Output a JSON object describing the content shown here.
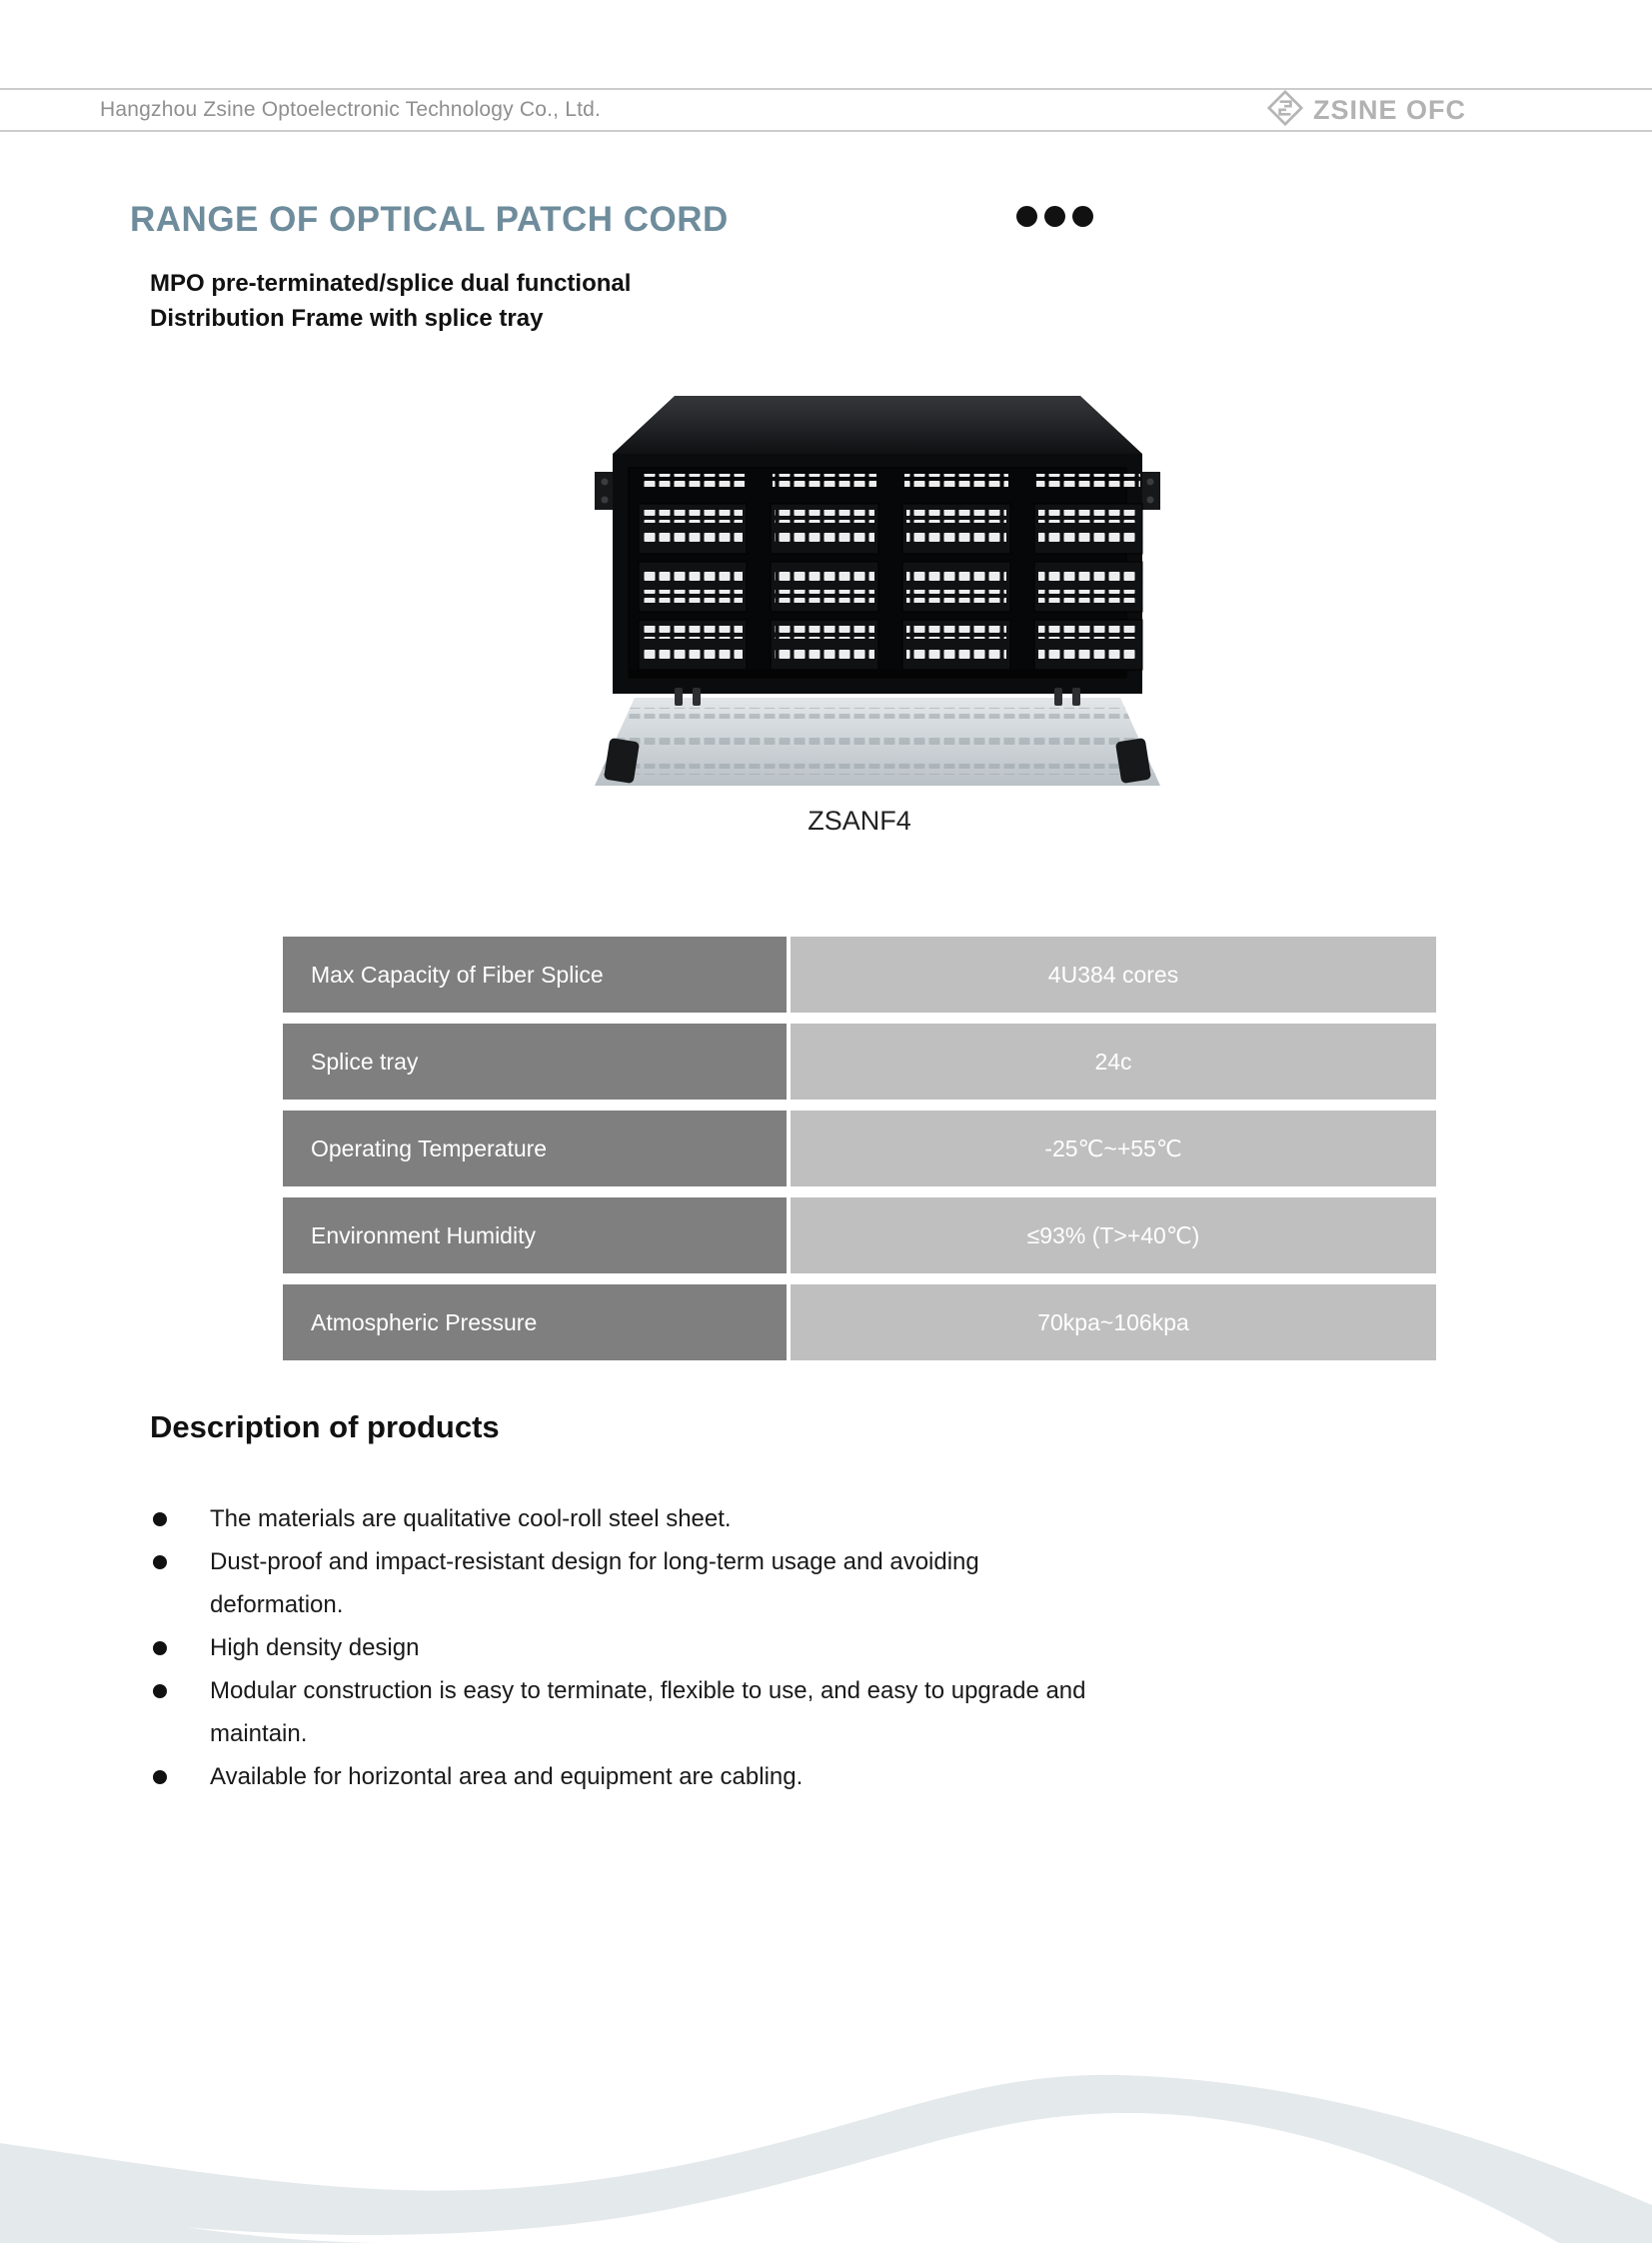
{
  "header": {
    "company_name": "Hangzhou Zsine Optoelectronic Technology Co., Ltd.",
    "logo_text": "ZSINE OFC"
  },
  "section": {
    "title": "RANGE OF OPTICAL PATCH CORD",
    "subtitle_line1": "MPO pre-terminated/splice dual functional",
    "subtitle_line2": "Distribution Frame with splice tray"
  },
  "product": {
    "caption": "ZSANF4"
  },
  "spec_table": {
    "rows": [
      {
        "label": "Max Capacity of Fiber Splice",
        "value": "4U384 cores"
      },
      {
        "label": "Splice tray",
        "value": "24c"
      },
      {
        "label": "Operating Temperature",
        "value": "-25℃~+55℃"
      },
      {
        "label": "Environment Humidity",
        "value": "≤93%  (T>+40℃)"
      },
      {
        "label": "Atmospheric Pressure",
        "value": "70kpa~106kpa"
      }
    ]
  },
  "description": {
    "heading": "Description of products",
    "bullets": [
      "The materials are qualitative cool-roll steel sheet.",
      "Dust-proof and impact-resistant design for long-term usage and avoiding deformation.",
      "High density design",
      "Modular construction is easy to terminate, flexible to use, and easy to upgrade and maintain.",
      "Available for horizontal area and equipment are cabling."
    ]
  },
  "colors": {
    "title_accent": "#6e8c9c",
    "table_label_bg": "#7f7f7f",
    "table_value_bg": "#bfbfbf",
    "footer_wave": "#e4e9ec",
    "logo_gray": "#b2b2b2",
    "header_text": "#8f8f8f"
  }
}
